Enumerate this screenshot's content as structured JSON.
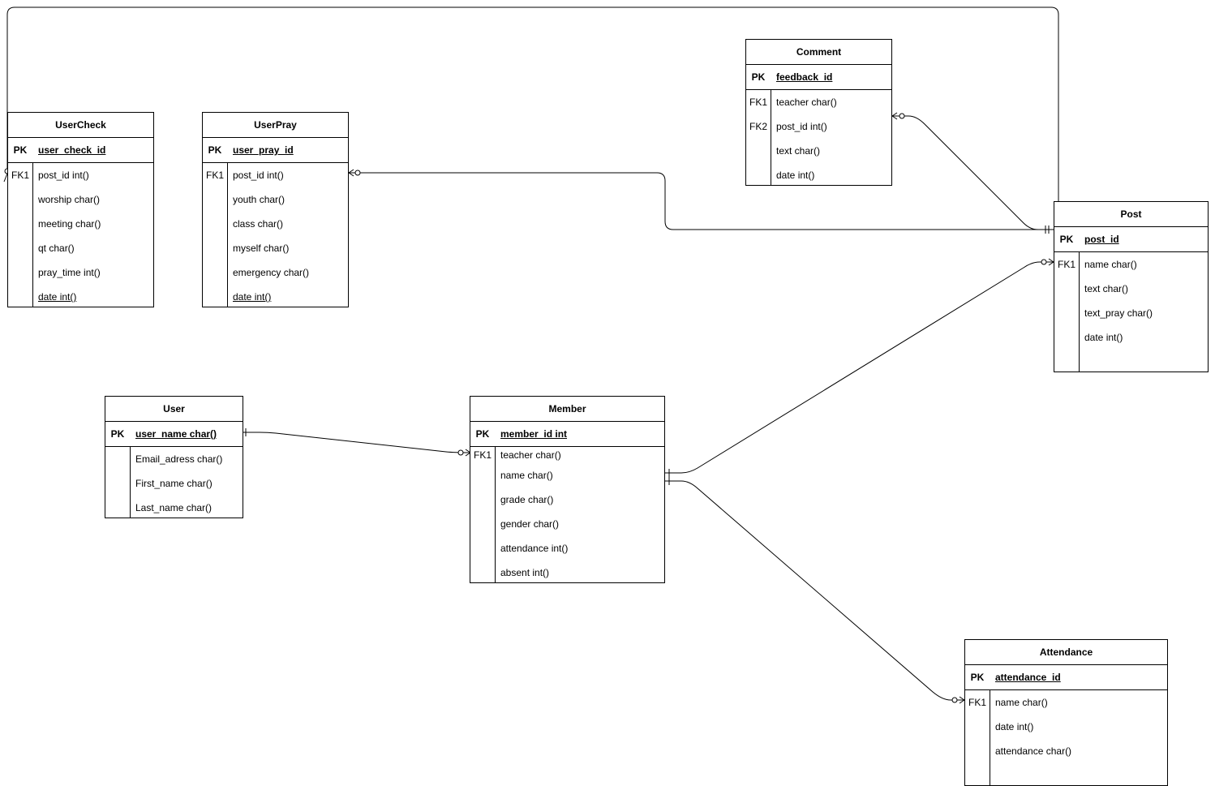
{
  "entities": {
    "usercheck": {
      "title": "UserCheck",
      "pk_key": "PK",
      "pk_name": "user_check_id",
      "rows": [
        {
          "key": "FK1",
          "name": "post_id int()"
        },
        {
          "key": "",
          "name": "worship char()"
        },
        {
          "key": "",
          "name": "meeting char()"
        },
        {
          "key": "",
          "name": "qt char()"
        },
        {
          "key": "",
          "name": "pray_time int()"
        },
        {
          "key": "",
          "name": "date int()"
        }
      ]
    },
    "userpray": {
      "title": "UserPray",
      "pk_key": "PK",
      "pk_name": "user_pray_id",
      "rows": [
        {
          "key": "FK1",
          "name": "post_id int()"
        },
        {
          "key": "",
          "name": "youth char()"
        },
        {
          "key": "",
          "name": "class char()"
        },
        {
          "key": "",
          "name": "myself char()"
        },
        {
          "key": "",
          "name": "emergency char()"
        },
        {
          "key": "",
          "name": "date int()"
        }
      ]
    },
    "comment": {
      "title": "Comment",
      "pk_key": "PK",
      "pk_name": "feedback_id",
      "rows": [
        {
          "key": "FK1",
          "name": "teacher char()"
        },
        {
          "key": "FK2",
          "name": "post_id int()"
        },
        {
          "key": "",
          "name": "text char()"
        },
        {
          "key": "",
          "name": "date int()"
        }
      ]
    },
    "post": {
      "title": "Post",
      "pk_key": "PK",
      "pk_name": "post_id",
      "rows": [
        {
          "key": "FK1",
          "name": "name char()"
        },
        {
          "key": "",
          "name": "text char()"
        },
        {
          "key": "",
          "name": "text_pray char()"
        },
        {
          "key": "",
          "name": "date int()"
        }
      ]
    },
    "user": {
      "title": "User",
      "pk_key": "PK",
      "pk_name": "user_name char()",
      "rows": [
        {
          "key": "",
          "name": "Email_adress char()"
        },
        {
          "key": "",
          "name": "First_name char()"
        },
        {
          "key": "",
          "name": "Last_name char()"
        }
      ]
    },
    "member": {
      "title": "Member",
      "pk_key": "PK",
      "pk_name": "member_id int",
      "rows": [
        {
          "key": "FK1",
          "name": "teacher char()"
        },
        {
          "key": "",
          "name": "name char()"
        },
        {
          "key": "",
          "name": "grade char()"
        },
        {
          "key": "",
          "name": "gender char()"
        },
        {
          "key": "",
          "name": "attendance int()"
        },
        {
          "key": "",
          "name": "absent int()"
        }
      ]
    },
    "attendance": {
      "title": "Attendance",
      "pk_key": "PK",
      "pk_name": "attendance_id",
      "rows": [
        {
          "key": "FK1",
          "name": "name char()"
        },
        {
          "key": "",
          "name": "date int()"
        },
        {
          "key": "",
          "name": "attendance char()"
        }
      ]
    }
  }
}
